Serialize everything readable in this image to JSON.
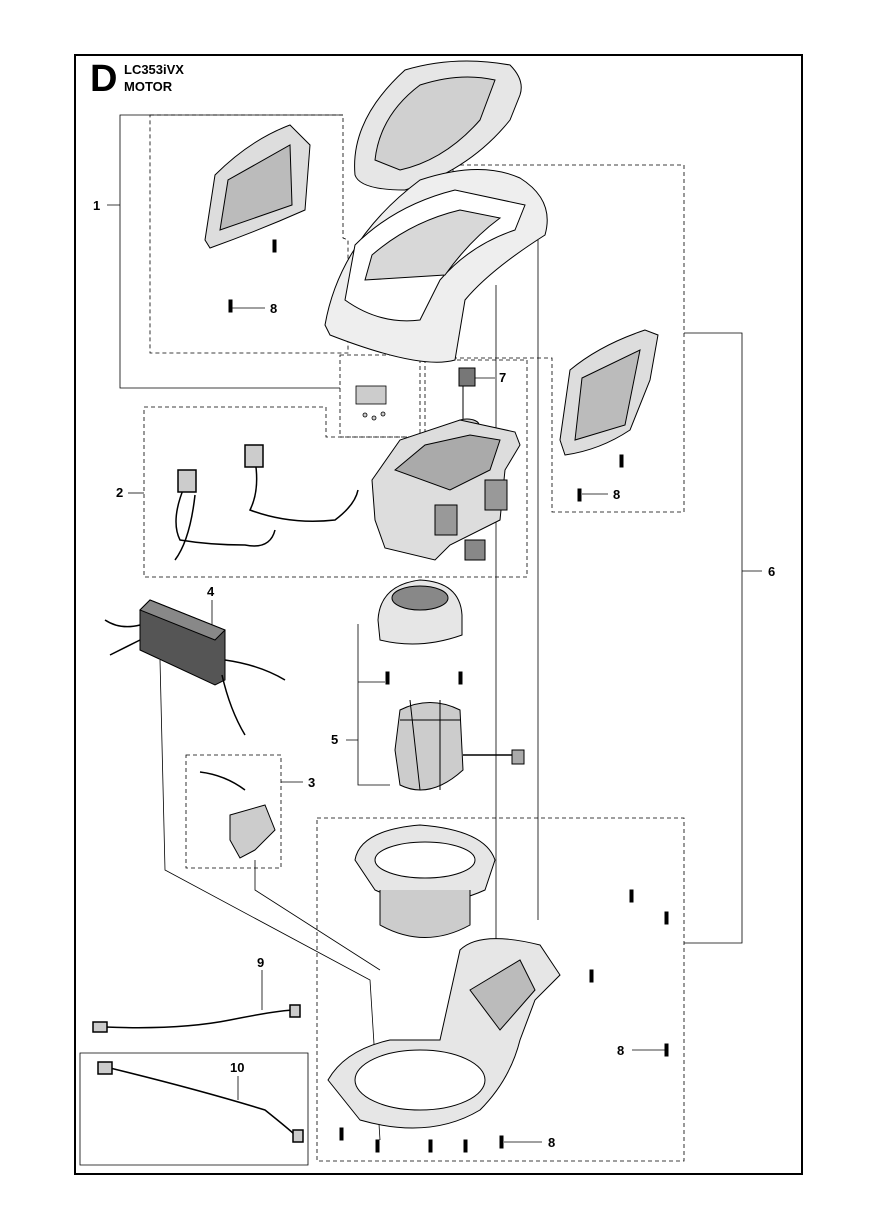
{
  "header": {
    "section_letter": "D",
    "model": "LC353iVX",
    "title": "MOTOR"
  },
  "callouts": {
    "c1": "1",
    "c2": "2",
    "c3": "3",
    "c4": "4",
    "c5": "5",
    "c6": "6",
    "c7": "7",
    "c8a": "8",
    "c8b": "8",
    "c8c": "8",
    "c8d": "8",
    "c9": "9",
    "c10": "10"
  },
  "colors": {
    "line": "#000000",
    "part_fill": "#e6e6e6",
    "part_dark": "#555555"
  }
}
